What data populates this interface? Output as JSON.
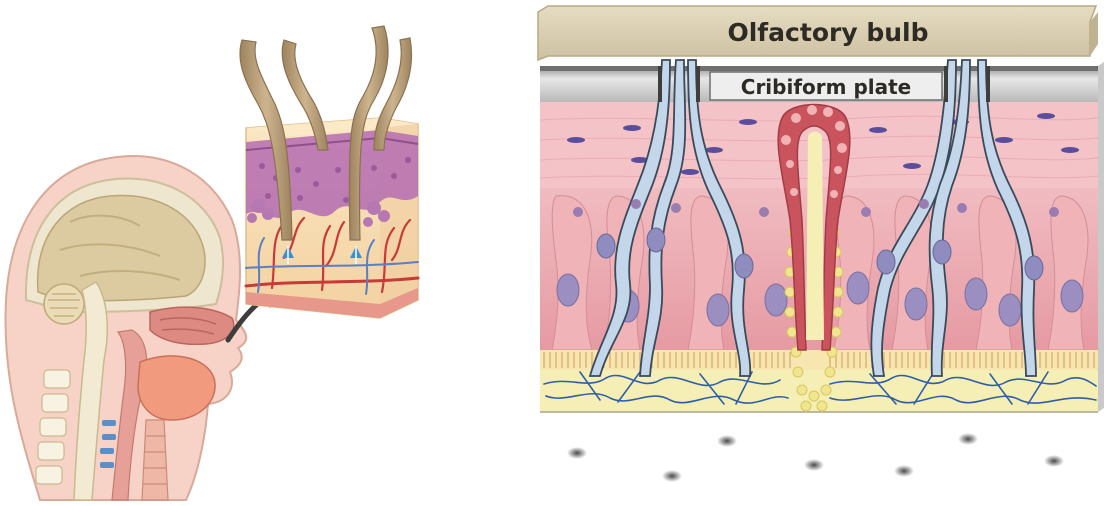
{
  "labels": {
    "olfactory_bulb": "Olfactory bulb",
    "cribriform_plate": "Cribiform plate"
  },
  "colors": {
    "bulb": "#d9cfb4",
    "plate": "#c8c8c8",
    "mucosa_pink": "#f1b9bf",
    "epithelium_pink": "#eaa6ac",
    "neuron_blue": "#c3d6ea",
    "gland_red": "#c9545d",
    "mucus_yellow": "#f4eda8",
    "skin_tan": "#f6d7a8",
    "hair_brown": "#b69c76",
    "odor_particle": "#6b6b6b"
  },
  "icons": [
    "head-section-illustration",
    "skin-block-illustration",
    "arrow-icon",
    "odor-particles"
  ]
}
